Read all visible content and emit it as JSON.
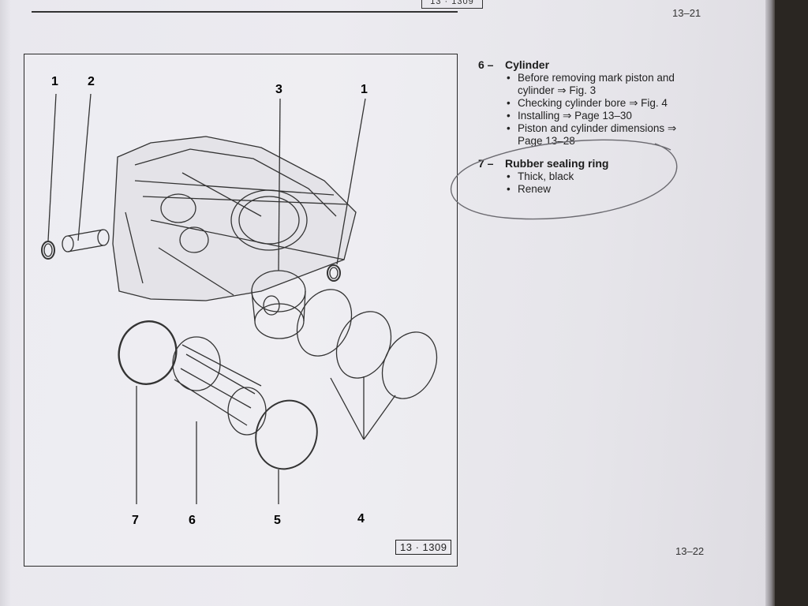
{
  "page": {
    "top_page_number": "13–21",
    "bottom_page_number": "13–22",
    "previous_figure_tag": "13 · 1309"
  },
  "figure": {
    "tag": "13 · 1309",
    "callouts": [
      "1",
      "2",
      "3",
      "1",
      "7",
      "6",
      "5",
      "4"
    ]
  },
  "legend": {
    "entries": [
      {
        "number": "6 –",
        "title": "Cylinder",
        "bullets": [
          "Before removing mark piston and cylinder ⇒ Fig. 3",
          "Checking cylinder bore ⇒ Fig. 4",
          "Installing ⇒ Page 13–30",
          "Piston and cylinder dimensions ⇒ Page 13–28"
        ]
      },
      {
        "number": "7 –",
        "title": "Rubber sealing ring",
        "bullets": [
          "Thick, black",
          "Renew"
        ]
      }
    ]
  }
}
